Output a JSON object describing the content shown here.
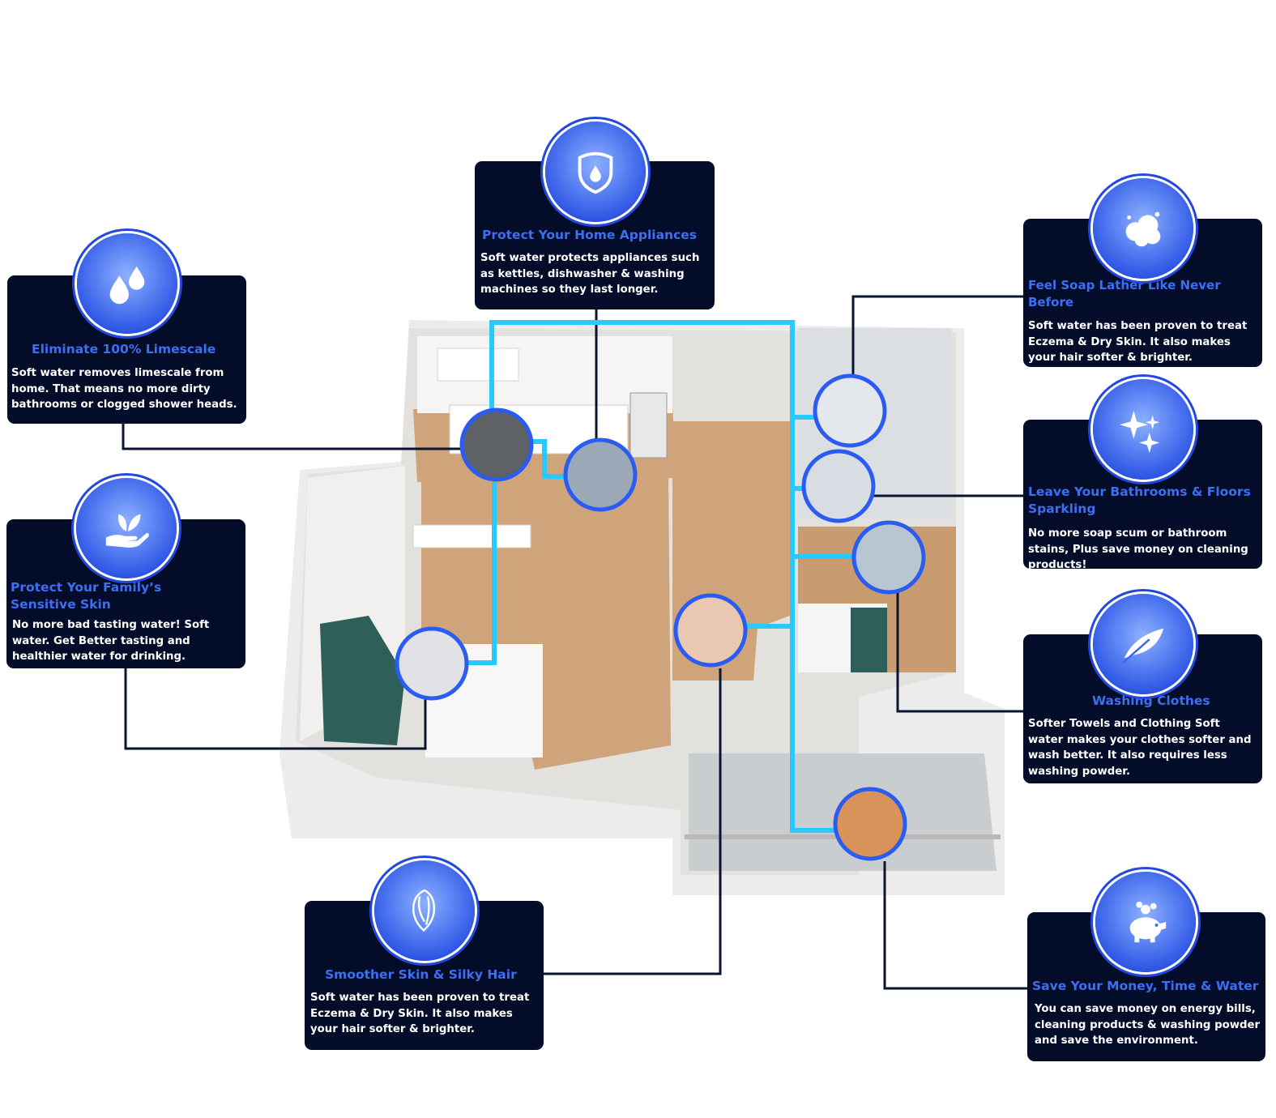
{
  "cards": {
    "limescale": {
      "title": "Eliminate 100% Limescale",
      "body": "Soft water removes limescale from home. That means no more dirty bathrooms or clogged shower heads.",
      "icon": "water-drops-icon"
    },
    "appliances": {
      "title": "Protect Your Home Appliances",
      "body": "Soft water protects appliances such as kettles, dishwasher & washing machines so they last longer.",
      "icon": "shield-drop-icon"
    },
    "soap": {
      "title": "Feel Soap Lather Like Never Before",
      "body": "Soft water has been proven to treat Eczema & Dry Skin. It also makes your hair softer & brighter.",
      "icon": "soap-bubbles-icon"
    },
    "bathrooms": {
      "title": "Leave Your Bathrooms & Floors Sparkling",
      "body": "No more soap scum or bathroom stains, Plus save money on cleaning products!",
      "icon": "sparkles-icon"
    },
    "family": {
      "title": "Protect Your Family’s Sensitive Skin",
      "body": "No more bad tasting water! Soft water. Get Better tasting and healthier water for drinking.",
      "icon": "hand-leaf-icon"
    },
    "washing": {
      "title": "Washing Clothes",
      "body": "Softer Towels and Clothing Soft water makes your clothes softer and wash better. It also requires less washing powder.",
      "icon": "feather-icon"
    },
    "hair": {
      "title": "Smoother Skin & Silky Hair",
      "body": "Soft water has been proven to treat Eczema & Dry Skin. It also makes your hair softer & brighter.",
      "icon": "hair-strands-icon"
    },
    "money": {
      "title": "Save Your Money, Time & Water",
      "body": "You can save money on energy bills, cleaning products & washing powder and save the environment.",
      "icon": "piggy-bank-icon"
    }
  },
  "colors": {
    "card_bg": "#030d2a",
    "title": "#3d6ff2",
    "pipe": "#27c9ff",
    "badge": "#2f57e4",
    "connector": "#0a1430"
  }
}
